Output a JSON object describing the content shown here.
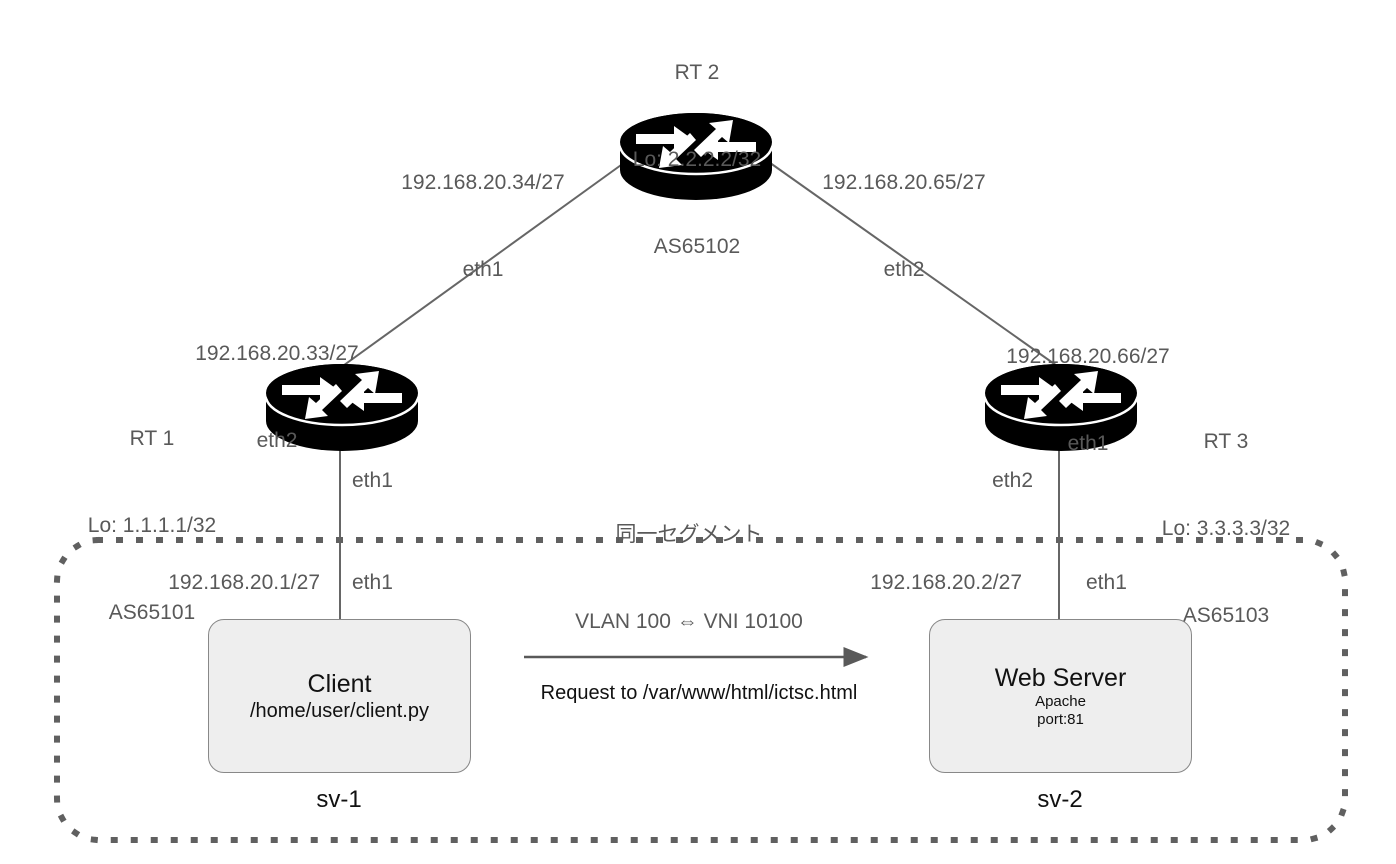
{
  "diagram": {
    "title_hidden": "",
    "colors": {
      "label_text": "#595959",
      "dark_text": "#111111",
      "line": "#666666",
      "node_fill": "#eeeeee",
      "node_border": "#888888",
      "router_body": "#000000",
      "zone_border": "#666666"
    }
  },
  "routers": [
    {
      "id": "rt2",
      "name": "RT 2",
      "loopback": "Lo: 2.2.2.2/32",
      "asn": "AS65102"
    },
    {
      "id": "rt1",
      "name": "RT 1",
      "loopback": "Lo: 1.1.1.1/32",
      "asn": "AS65101"
    },
    {
      "id": "rt3",
      "name": "RT 3",
      "loopback": "Lo: 3.3.3.3/32",
      "asn": "AS65103"
    }
  ],
  "interfaces": {
    "rt2_left": {
      "ip": "192.168.20.34/27",
      "iface": "eth1"
    },
    "rt2_right": {
      "ip": "192.168.20.65/27",
      "iface": "eth2"
    },
    "rt1_up": {
      "ip": "192.168.20.33/27",
      "iface": "eth2"
    },
    "rt3_up": {
      "ip": "192.168.20.66/27",
      "iface": "eth1"
    },
    "rt1_down": {
      "iface": "eth1"
    },
    "rt3_down": {
      "iface": "eth2"
    },
    "sv1": {
      "ip": "192.168.20.1/27",
      "iface": "eth1"
    },
    "sv2": {
      "ip": "192.168.20.2/27",
      "iface": "eth1"
    }
  },
  "segment_note": {
    "line1": "同一セグメント",
    "line2": "VLAN 100 ⇔ VNI 10100"
  },
  "hosts": [
    {
      "id": "sv1",
      "title": "Client",
      "sub1": "/home/user/client.py",
      "sub2": "",
      "name": "sv-1"
    },
    {
      "id": "sv2",
      "title": "Web Server",
      "sub1": "Apache",
      "sub2": "port:81",
      "name": "sv-2"
    }
  ],
  "flow": {
    "label": "Request to /var/www/html/ictsc.html"
  }
}
